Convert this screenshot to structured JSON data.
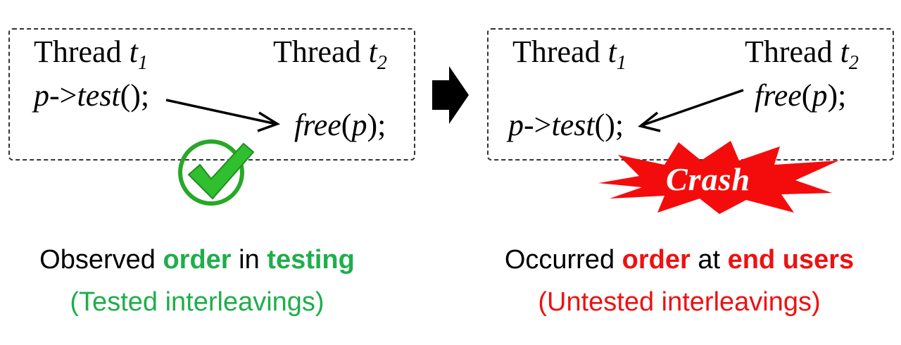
{
  "left_panel": {
    "thread1": {
      "label": "Thread",
      "name": "t",
      "sub": "1"
    },
    "thread2": {
      "label": "Thread",
      "name": "t",
      "sub": "2"
    },
    "stmt_t1": {
      "p": "p",
      "op": "->",
      "fn": "test",
      "rest": "();"
    },
    "stmt_t2": {
      "fn": "free",
      "open": "(",
      "p": "p",
      "rest": ");"
    }
  },
  "right_panel": {
    "thread1": {
      "label": "Thread",
      "name": "t",
      "sub": "1"
    },
    "thread2": {
      "label": "Thread",
      "name": "t",
      "sub": "2"
    },
    "stmt_t2": {
      "fn": "free",
      "open": "(",
      "p": "p",
      "rest": ");"
    },
    "stmt_t1": {
      "p": "p",
      "op": "->",
      "fn": "test",
      "rest": "();"
    },
    "crash_label": "Crash"
  },
  "captions": {
    "left": {
      "line1": {
        "w1": "Observed",
        "w2": "order",
        "w3": "in",
        "w4": "testing"
      },
      "line2": "(Tested interleavings)"
    },
    "right": {
      "line1": {
        "w1": "Occurred",
        "w2": "order",
        "w3": "at",
        "w4": "end users"
      },
      "line2": "(Untested interleavings)"
    }
  },
  "icons": [
    "checkmark-icon",
    "transition-arrow-icon",
    "crash-burst-icon"
  ],
  "colors": {
    "green": "#1fae4b",
    "red": "#ee1111",
    "check_green": "#2fbf2f"
  }
}
